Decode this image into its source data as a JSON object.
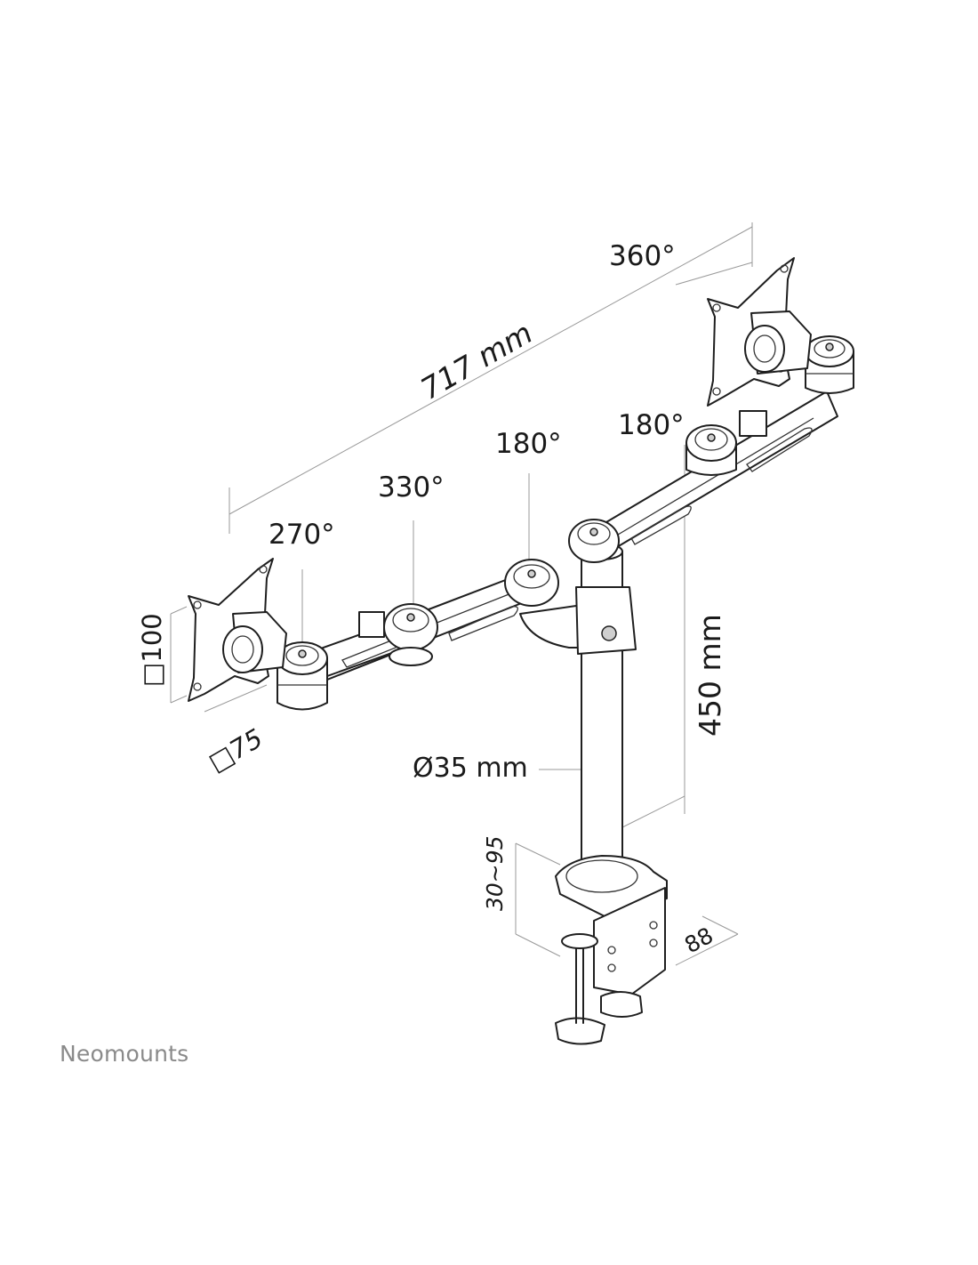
{
  "labels": {
    "rotation_top": "360°",
    "width": "717 mm",
    "right_arm_joint": "180°",
    "center_joint": "180°",
    "mid_left_joint": "330°",
    "left_joint": "270°",
    "vesa_height": "□100",
    "vesa_width": "□75",
    "pole_height": "450 mm",
    "pole_diameter": "Ø35 mm",
    "clamp_range": "30~95",
    "clamp_depth": "88"
  },
  "brand": "Neomounts"
}
